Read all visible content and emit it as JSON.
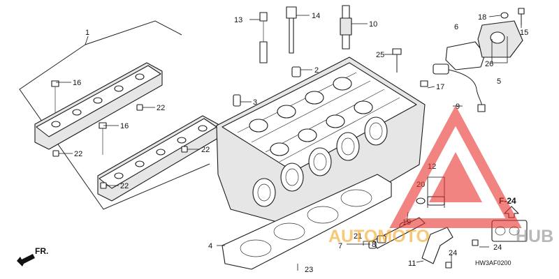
{
  "diagram": {
    "figure_code": "HW3AF0200",
    "front_label": "FR.",
    "ref_label": "F-24",
    "watermark": {
      "text_left": "AUTOMOTO",
      "text_right": "HUB",
      "color_red": "#e8322d",
      "color_orange": "#f4a21f",
      "color_grey": "#8a8a8a"
    },
    "callouts": [
      "1",
      "2",
      "3",
      "4",
      "5",
      "6",
      "7",
      "8",
      "9",
      "10",
      "11",
      "12",
      "13",
      "14",
      "15",
      "16",
      "16",
      "17",
      "18",
      "19",
      "20",
      "21",
      "22",
      "22",
      "22",
      "22",
      "23",
      "24",
      "24",
      "25",
      "26"
    ]
  }
}
